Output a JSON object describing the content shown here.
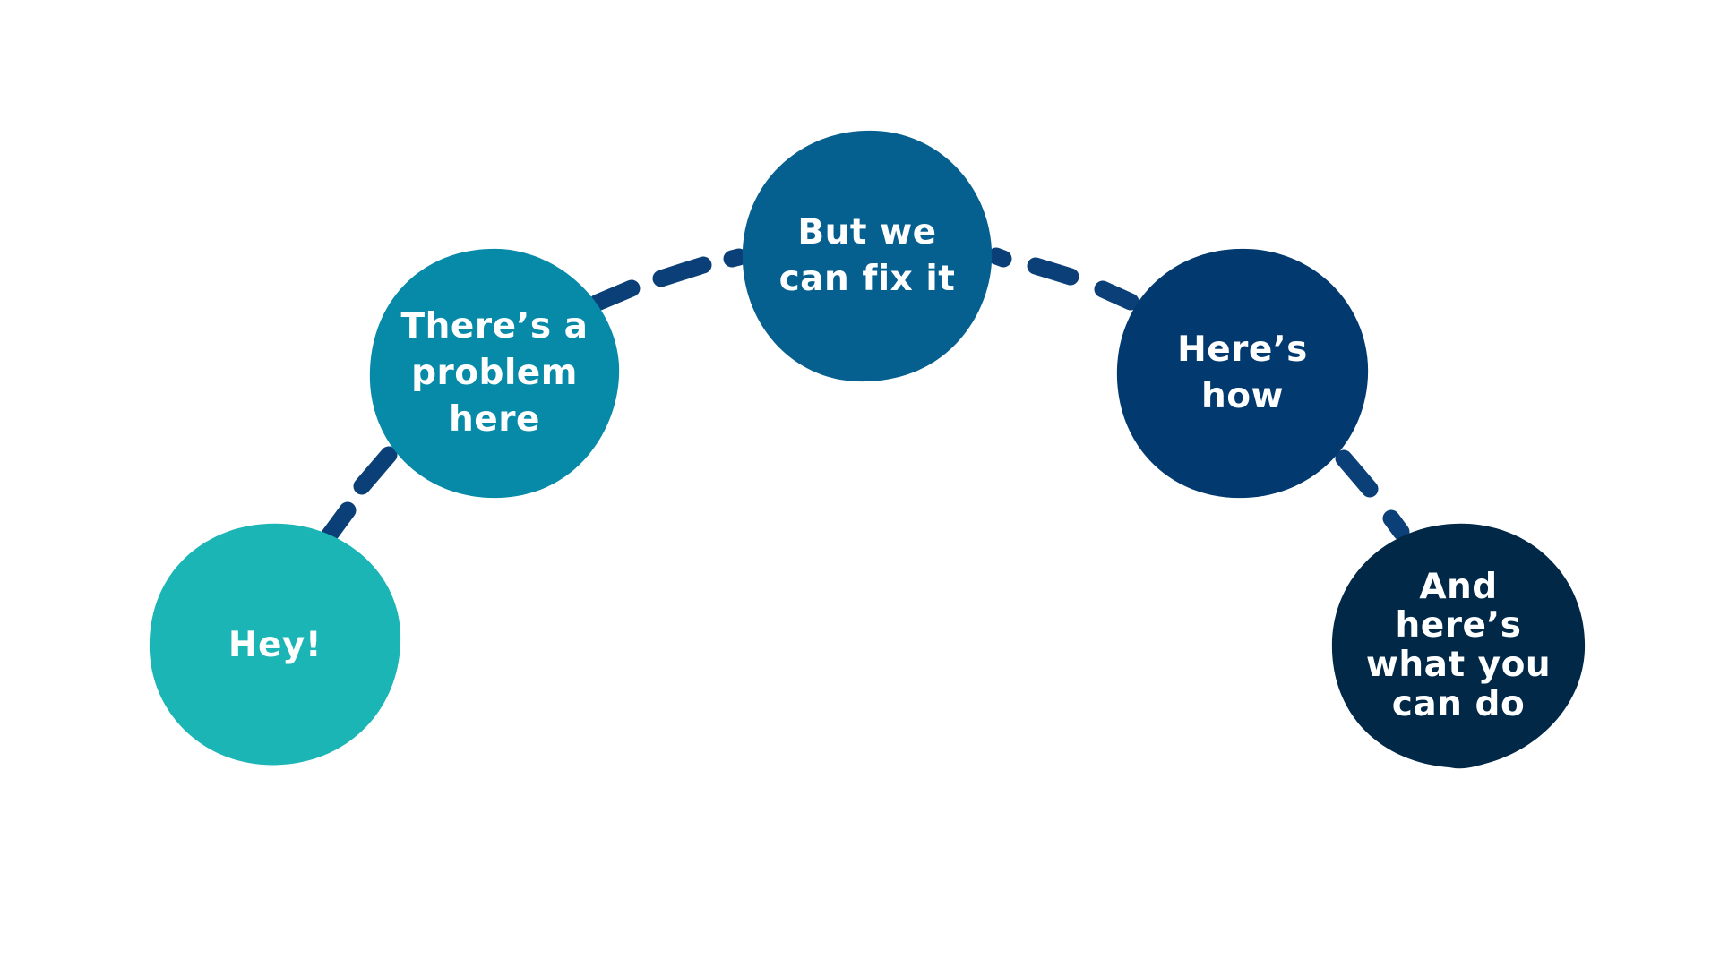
{
  "diagram": {
    "type": "flow",
    "connector_color": "#0b3f78",
    "steps": [
      {
        "label": "Hey!",
        "color": "#1bb5b5"
      },
      {
        "label": "There’s a\nproblem\nhere",
        "color": "#078aa8"
      },
      {
        "label": "But we\ncan fix it",
        "color": "#05608f"
      },
      {
        "label": "Here’s\nhow",
        "color": "#023a70"
      },
      {
        "label": "And\nhere’s\nwhat you\ncan do",
        "color": "#022848"
      }
    ]
  }
}
